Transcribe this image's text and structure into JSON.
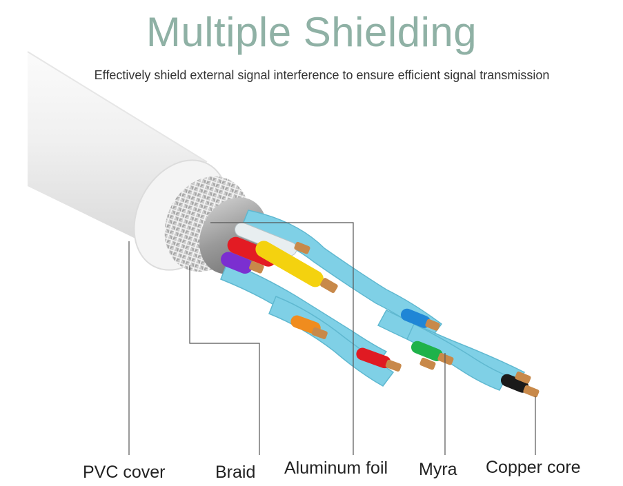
{
  "title": "Multiple Shielding",
  "subtitle": "Effectively shield external signal interference to ensure efficient signal transmission",
  "labels": {
    "pvc_cover": "PVC cover",
    "braid": "Braid",
    "aluminum_foil": "Aluminum foil",
    "myra": "Myra",
    "copper_core": "Copper core"
  },
  "colors": {
    "title": "#8fb1a5",
    "jacket": "#f2f2f2",
    "myra_blue": "#7fd0e6",
    "copper": "#c8894a"
  },
  "wire_colors": [
    "#e8eef0",
    "#e31b23",
    "#f4d20f",
    "#7b2fd0",
    "#f08c1e",
    "#1f86d6",
    "#e01a22",
    "#1fb24a",
    "#1a1a1a"
  ]
}
